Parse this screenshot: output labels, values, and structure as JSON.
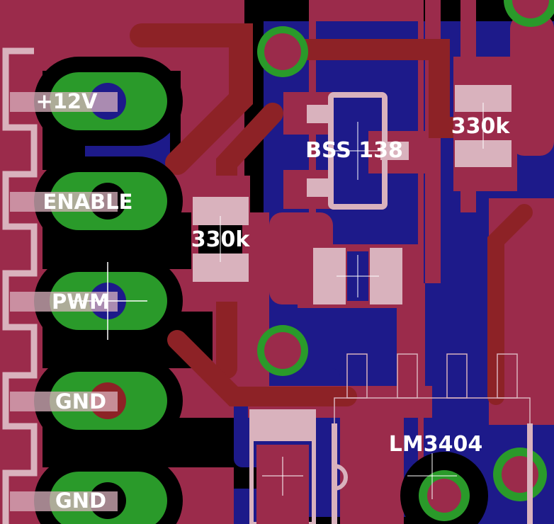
{
  "colors": {
    "background": "#000000",
    "copper_top": "#9b2b4b",
    "copper_top_dark": "#8d2226",
    "copper_bottom": "#1d1a8a",
    "pad_ring": "#2a9a2a",
    "silkscreen": "#ffffff",
    "silk_pad": "#d9b2bd"
  },
  "connector": {
    "pins": [
      {
        "label": "+12V"
      },
      {
        "label": "ENABLE"
      },
      {
        "label": "PWM"
      },
      {
        "label": "GND"
      },
      {
        "label": "GND"
      }
    ]
  },
  "components": {
    "r_left": {
      "label": "330k"
    },
    "mosfet": {
      "label": "BSS 138"
    },
    "r_right": {
      "label": "330k"
    },
    "ic": {
      "label": "LM3404"
    }
  },
  "icons": {
    "via": "via-icon",
    "crosshair": "crosshair-icon"
  }
}
